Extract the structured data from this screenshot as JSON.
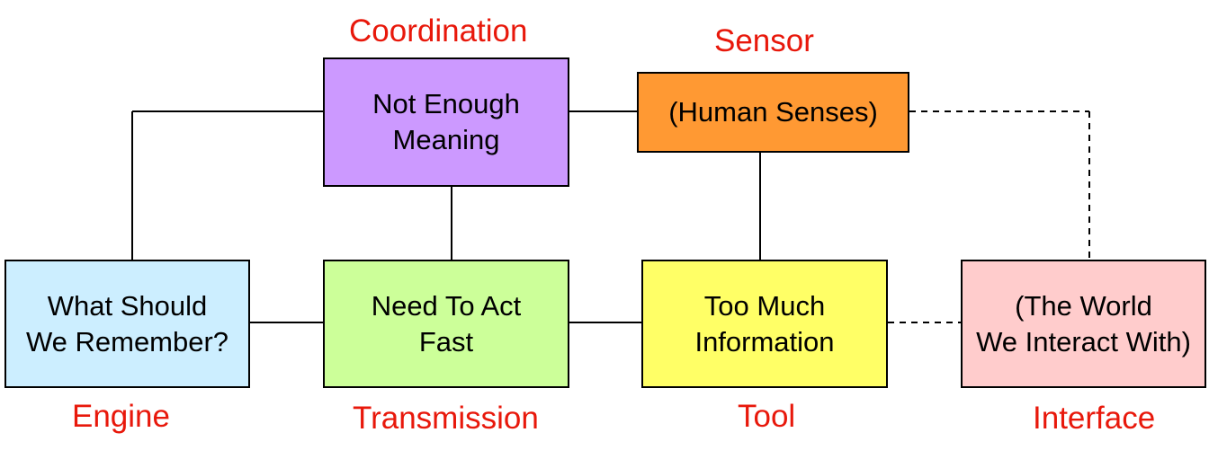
{
  "colors": {
    "label_text": "#e8180b",
    "line": "#000000",
    "coordination_fill": "#cc99ff",
    "sensor_fill": "#ff9933",
    "engine_fill": "#cceeff",
    "transmission_fill": "#ccff99",
    "tool_fill": "#ffff66",
    "interface_fill": "#ffcccc"
  },
  "boxes": {
    "coordination": "Not Enough\nMeaning",
    "sensor": "(Human Senses)",
    "engine": "What Should\nWe Remember?",
    "transmission": "Need To Act\nFast",
    "tool": "Too Much\nInformation",
    "interface": "(The World\nWe Interact With)"
  },
  "labels": {
    "coordination": "Coordination",
    "sensor": "Sensor",
    "engine": "Engine",
    "transmission": "Transmission",
    "tool": "Tool",
    "interface": "Interface"
  }
}
